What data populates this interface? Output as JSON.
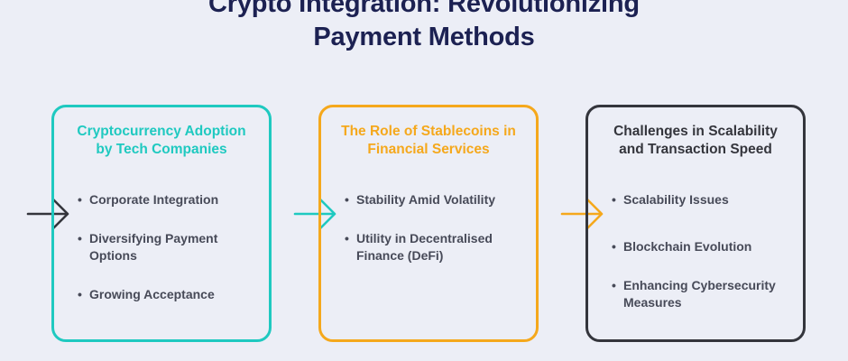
{
  "title": {
    "line1": "Crypto Integration: Revolutionizing",
    "line2": "Payment Methods"
  },
  "colors": {
    "background": "#eceef6",
    "title": "#1c2152",
    "teal": "#1fc9c0",
    "orange": "#f5a81c",
    "dark": "#34353c",
    "bullet_text": "#474a58"
  },
  "cards": [
    {
      "title_line1": "Cryptocurrency Adoption",
      "title_line2": "by Tech Companies",
      "color": "#1fc9c0",
      "arrow_color": "#34353c",
      "arrow_icon": "right-arrow-icon",
      "bullets": [
        {
          "line1": "Corporate Integration",
          "line2": ""
        },
        {
          "line1": "Diversifying Payment",
          "line2": "Options"
        },
        {
          "line1": "Growing Acceptance",
          "line2": ""
        }
      ]
    },
    {
      "title_line1": "The Role of Stablecoins in",
      "title_line2": "Financial Services",
      "color": "#f5a81c",
      "arrow_color": "#1fc9c0",
      "arrow_icon": "right-arrow-icon",
      "bullets": [
        {
          "line1": "Stability Amid Volatility",
          "line2": ""
        },
        {
          "line1": "Utility in Decentralised",
          "line2": "Finance (DeFi)"
        }
      ]
    },
    {
      "title_line1": "Challenges in Scalability",
      "title_line2": "and Transaction Speed",
      "color": "#34353c",
      "arrow_color": "#f5a81c",
      "arrow_icon": "right-arrow-icon",
      "bullets": [
        {
          "line1": "Scalability Issues",
          "line2": ""
        },
        {
          "line1": "Blockchain Evolution",
          "line2": ""
        },
        {
          "line1": "Enhancing Cybersecurity",
          "line2": "Measures"
        }
      ]
    }
  ],
  "bullet_glyph": "•"
}
